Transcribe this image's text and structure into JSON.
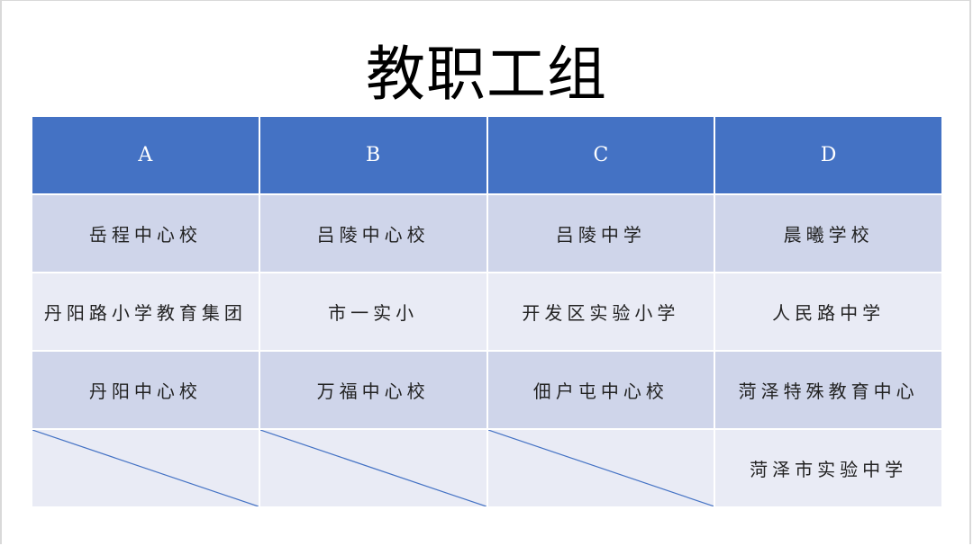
{
  "slide": {
    "title": "教职工组"
  },
  "table": {
    "headers": [
      "A",
      "B",
      "C",
      "D"
    ],
    "rows": [
      [
        "岳程中心校",
        "吕陵中心校",
        "吕陵中学",
        "晨曦学校"
      ],
      [
        "丹阳路小学教育集团",
        "市一实小",
        "开发区实验小学",
        "人民路中学"
      ],
      [
        "丹阳中心校",
        "万福中心校",
        "佃户屯中心校",
        "菏泽特殊教育中心"
      ],
      [
        "",
        "",
        "",
        "菏泽市实验中学"
      ]
    ],
    "colors": {
      "header_bg": "#4472c4",
      "row_dark": "#cfd5ea",
      "row_light": "#e9ebf5",
      "diagonal_line": "#4472c4"
    }
  }
}
